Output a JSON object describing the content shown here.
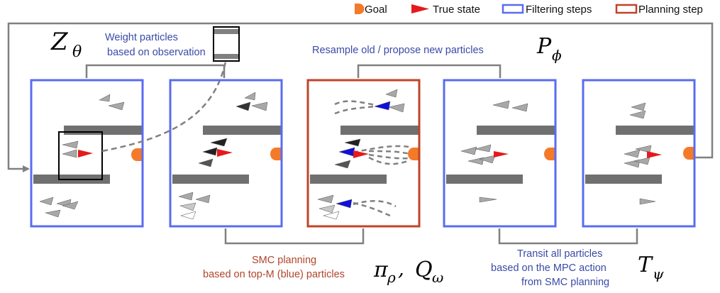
{
  "legend": {
    "goal": "Goal",
    "true_state": "True state",
    "filtering_steps": "Filtering steps",
    "planning_step": "Planning step"
  },
  "labels": {
    "weight_line1": "Weight particles",
    "weight_line2": "based on observation",
    "resample": "Resample old / propose new particles",
    "smc_line1": "SMC planning",
    "smc_line2": "based on top-M (blue) particles",
    "transit_line1": "Transit all particles",
    "transit_line2": "based on the MPC action",
    "transit_line3": "from SMC planning"
  },
  "math": {
    "z": "Z",
    "z_sub": "θ",
    "p": "P",
    "p_sub": "ϕ",
    "pi": "π",
    "pi_sub": "ρ",
    "comma": ",",
    "q": "Q",
    "q_sub": "ω",
    "t": "T",
    "t_sub": "ψ"
  },
  "colors": {
    "filtering_border": "#5a6cf0",
    "planning_border": "#c0432a",
    "goal": "#f47a2a",
    "true_state": "#e41a1c",
    "top_m_particle": "#1010dd",
    "wall": "#707070",
    "connector": "#808080",
    "blue_text": "#3a4aa8",
    "red_text": "#b0452a"
  },
  "icons": {
    "goal": "goal-semicircle-icon",
    "true_state": "true-state-triangle-icon",
    "particle": "particle-triangle-icon"
  }
}
